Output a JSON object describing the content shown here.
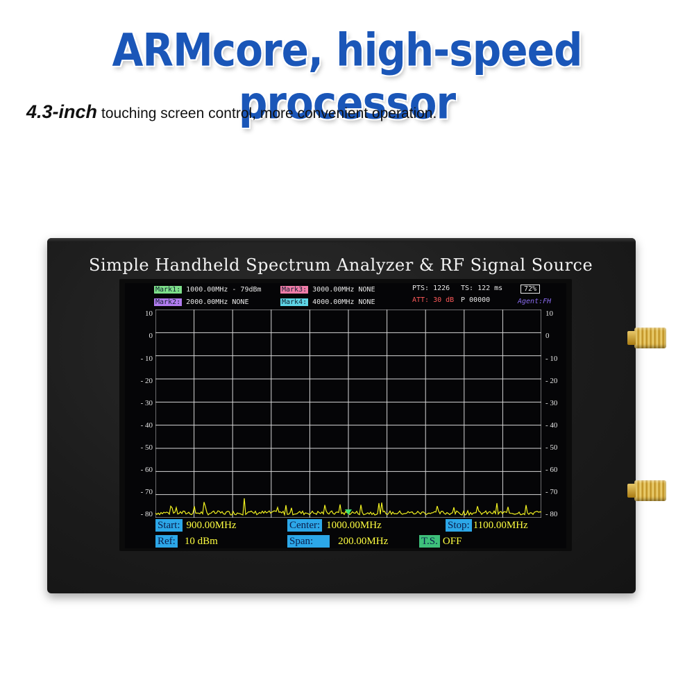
{
  "headline": "ARMcore, high-speed processor",
  "subline": {
    "emph": "4.3-inch",
    "rest": "touching screen control, more convenient operation."
  },
  "device": {
    "title": "Simple Handheld Spectrum Analyzer & RF Signal Source"
  },
  "screen": {
    "markers": {
      "mark1": {
        "label": "Mark1:",
        "value": "1000.00MHz - 79dBm",
        "color": "#7ee08a"
      },
      "mark2": {
        "label": "Mark2:",
        "value": "2000.00MHz NONE",
        "color": "#b27cf0"
      },
      "mark3": {
        "label": "Mark3:",
        "value": "3000.00MHz NONE",
        "color": "#f07ca8"
      },
      "mark4": {
        "label": "Mark4:",
        "value": "4000.00MHz NONE",
        "color": "#5fd6e6"
      }
    },
    "status": {
      "pts": "PTS: 1226",
      "ts": "TS: 122 ms",
      "battery": "72%",
      "att": "ATT: 30 dB",
      "p": "P 00000",
      "agent": "Agent:FH"
    },
    "y_axis_labels": [
      "10",
      "0",
      "- 10",
      "- 20",
      "- 30",
      "- 40",
      "- 50",
      "- 60",
      "- 70",
      "- 80"
    ],
    "fields": {
      "start_label": "Start:",
      "start_value": "900.00MHz",
      "center_label": "Center:",
      "center_value": "1000.00MHz",
      "stop_label": "Stop:",
      "stop_value": "1100.00MHz",
      "ref_label": "Ref:",
      "ref_value": "10 dBm",
      "span_label": "Span:",
      "span_value": "200.00MHz",
      "ts_label": "T.S.",
      "ts_value": "OFF"
    },
    "colors": {
      "trace": "#f0f020",
      "grid": "#d8d8d8",
      "field_label_bg": "#2ca7e8",
      "field_value": "#ffff40",
      "marker_triangle": "#3ee070"
    }
  }
}
